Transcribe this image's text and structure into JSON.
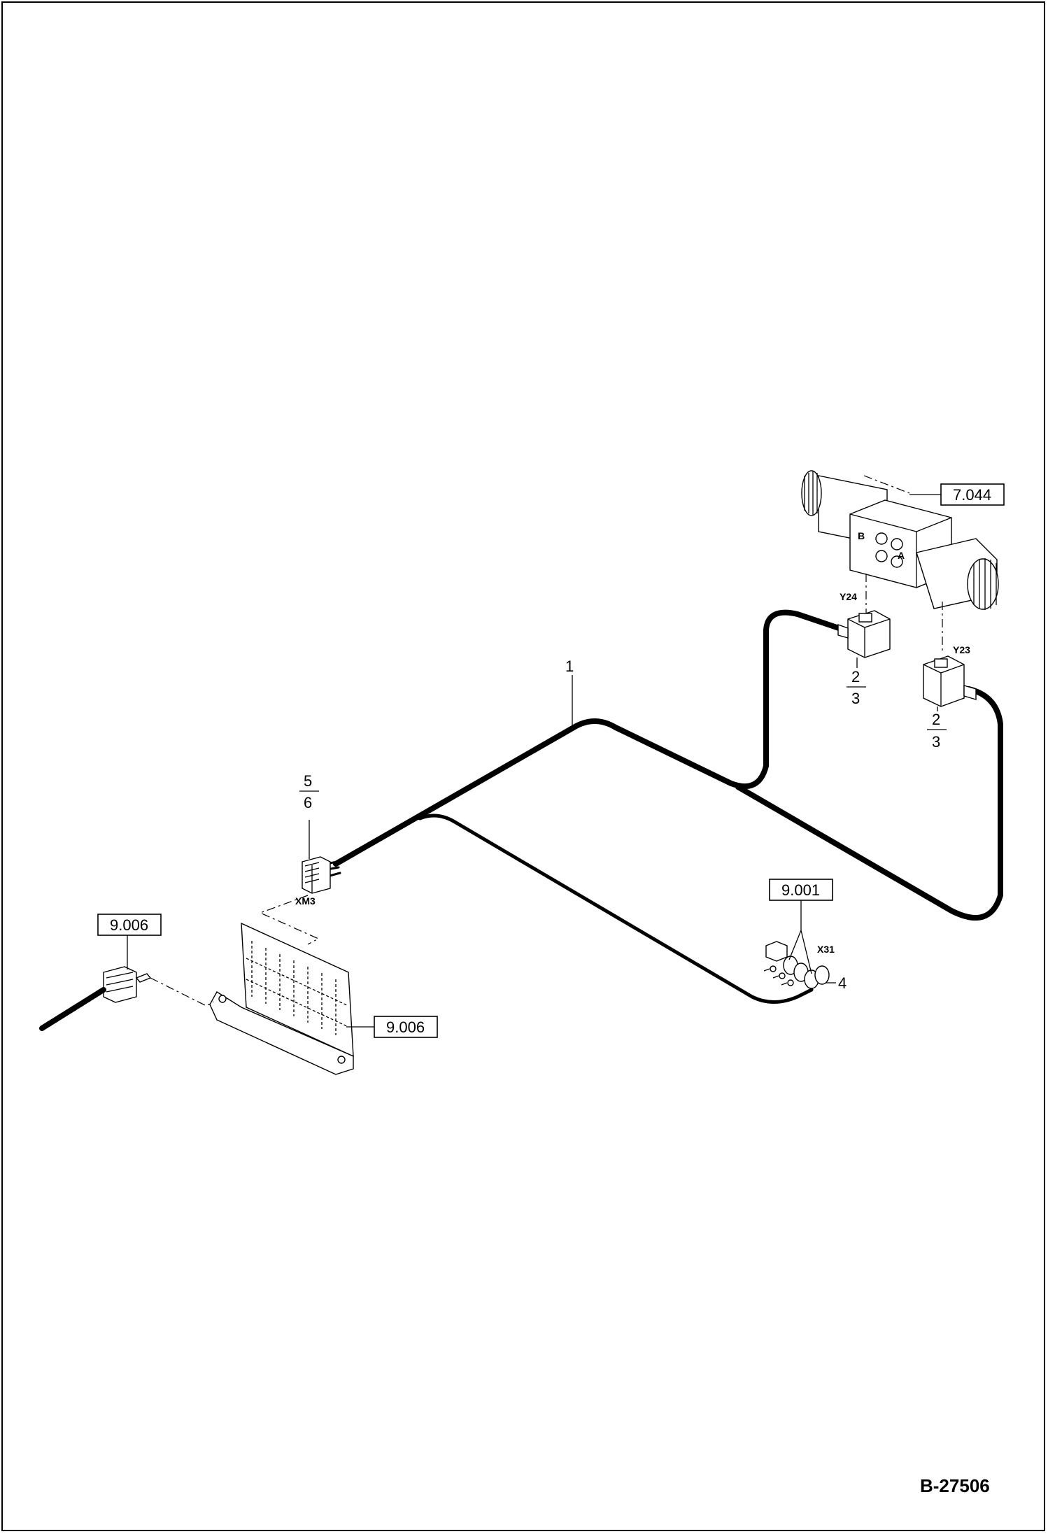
{
  "drawing_id": "B-27506",
  "callouts": {
    "item_1": "1",
    "item_4": "4",
    "fraction_5": "5",
    "fraction_6": "6",
    "fraction_y24_top": "2",
    "fraction_y24_bottom": "3",
    "fraction_y23_top": "2",
    "fraction_y23_bottom": "3"
  },
  "reference_boxes": {
    "valve_ref": "7.044",
    "ground_ref": "9.001",
    "connector_ref": "9.006",
    "bracket_ref": "9.006"
  },
  "component_labels": {
    "y24": "Y24",
    "y23": "Y23",
    "xm3": "XM3",
    "x31": "X31",
    "port_a": "A",
    "port_b": "B"
  }
}
